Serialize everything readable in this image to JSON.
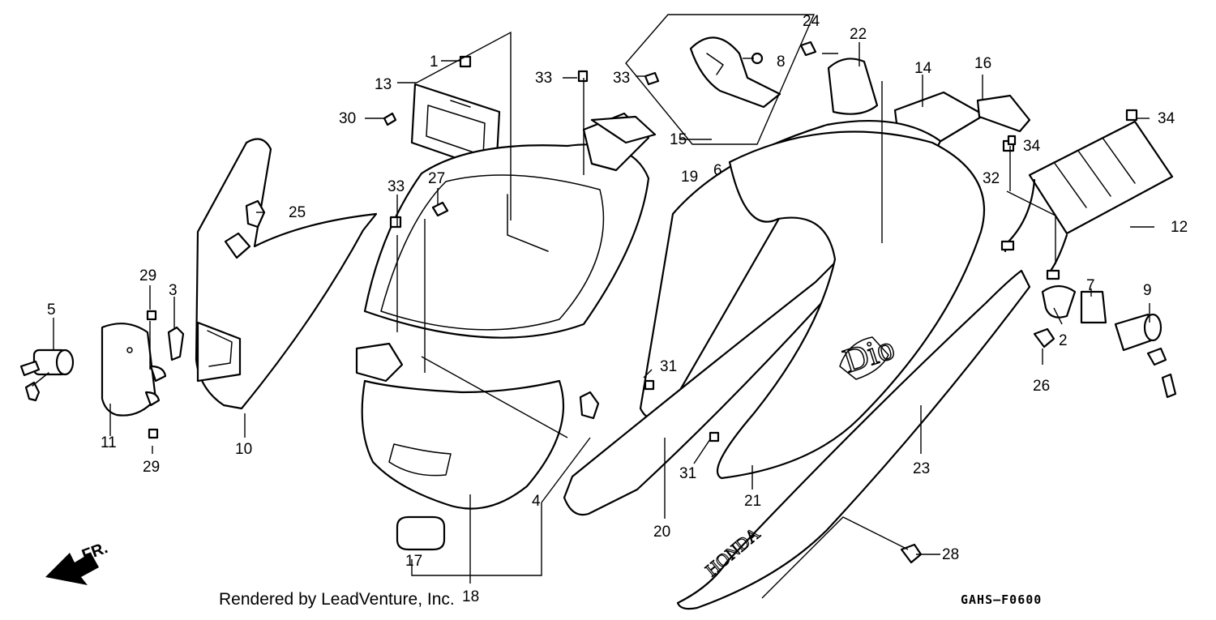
{
  "credit": "Rendered by LeadVenture, Inc.",
  "diagram_code": "GAHS–F0600",
  "front_marker": "FR.",
  "watermark_words": [
    "Dio",
    "HONDA"
  ],
  "callouts": [
    {
      "id": "c1",
      "text": "1"
    },
    {
      "id": "c2",
      "text": "2"
    },
    {
      "id": "c3",
      "text": "3"
    },
    {
      "id": "c4",
      "text": "4"
    },
    {
      "id": "c5",
      "text": "5"
    },
    {
      "id": "c6",
      "text": "6"
    },
    {
      "id": "c7",
      "text": "7"
    },
    {
      "id": "c8",
      "text": "8"
    },
    {
      "id": "c9",
      "text": "9"
    },
    {
      "id": "c10",
      "text": "10"
    },
    {
      "id": "c11",
      "text": "11"
    },
    {
      "id": "c12",
      "text": "12"
    },
    {
      "id": "c13",
      "text": "13"
    },
    {
      "id": "c14",
      "text": "14"
    },
    {
      "id": "c15",
      "text": "15"
    },
    {
      "id": "c16",
      "text": "16"
    },
    {
      "id": "c17",
      "text": "17"
    },
    {
      "id": "c18",
      "text": "18"
    },
    {
      "id": "c19",
      "text": "19"
    },
    {
      "id": "c20",
      "text": "20"
    },
    {
      "id": "c21",
      "text": "21"
    },
    {
      "id": "c22",
      "text": "22"
    },
    {
      "id": "c23",
      "text": "23"
    },
    {
      "id": "c24",
      "text": "24"
    },
    {
      "id": "c25",
      "text": "25"
    },
    {
      "id": "c26",
      "text": "26"
    },
    {
      "id": "c27",
      "text": "27"
    },
    {
      "id": "c28",
      "text": "28"
    },
    {
      "id": "c29a",
      "text": "29"
    },
    {
      "id": "c29b",
      "text": "29"
    },
    {
      "id": "c30",
      "text": "30"
    },
    {
      "id": "c31a",
      "text": "31"
    },
    {
      "id": "c31b",
      "text": "31"
    },
    {
      "id": "c32",
      "text": "32"
    },
    {
      "id": "c33a",
      "text": "33"
    },
    {
      "id": "c33b",
      "text": "33"
    },
    {
      "id": "c33c",
      "text": "33"
    },
    {
      "id": "c34a",
      "text": "34"
    },
    {
      "id": "c34b",
      "text": "34"
    }
  ]
}
